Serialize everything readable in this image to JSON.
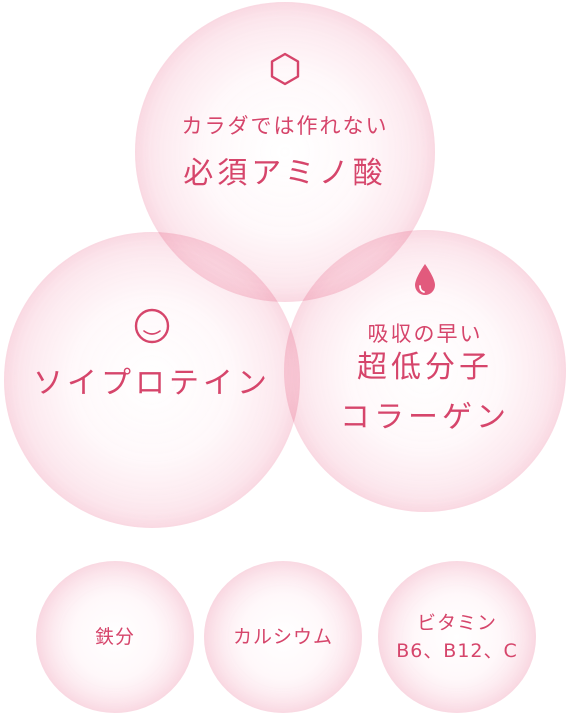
{
  "colors": {
    "accent": "#d6456b",
    "bubble_edge": "#f6c6d4",
    "icon_fill": "#e25a7d"
  },
  "circles": {
    "top": {
      "icon": "hexagon-icon",
      "line1": "カラダでは作れない",
      "line2": "必須アミノ酸"
    },
    "left": {
      "icon": "circle-icon",
      "line1": "ソイプロテイン"
    },
    "right": {
      "icon": "droplet-icon",
      "line1": "吸収の早い",
      "line2": "超低分子",
      "line3": "コラーゲン"
    }
  },
  "small_circles": [
    {
      "label": "鉄分"
    },
    {
      "label": "カルシウム"
    },
    {
      "label_line1": "ビタミン",
      "label_line2": "B6、B12、C"
    }
  ]
}
